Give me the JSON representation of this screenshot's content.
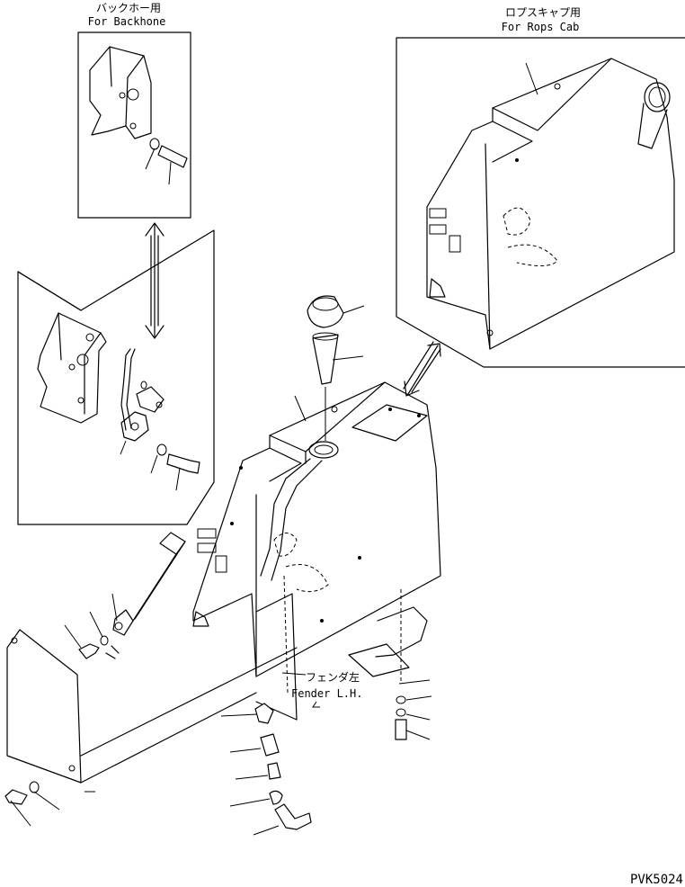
{
  "labels": {
    "backhoe_jp": "バックホー用",
    "backhoe_en": "For Backhone",
    "rops_jp": "ロプスキャプ用",
    "rops_en": "For Rops Cab",
    "fender_jp": "フェンダ左",
    "fender_en": "Fender L.H.",
    "drawing_code": "PVK5024"
  }
}
